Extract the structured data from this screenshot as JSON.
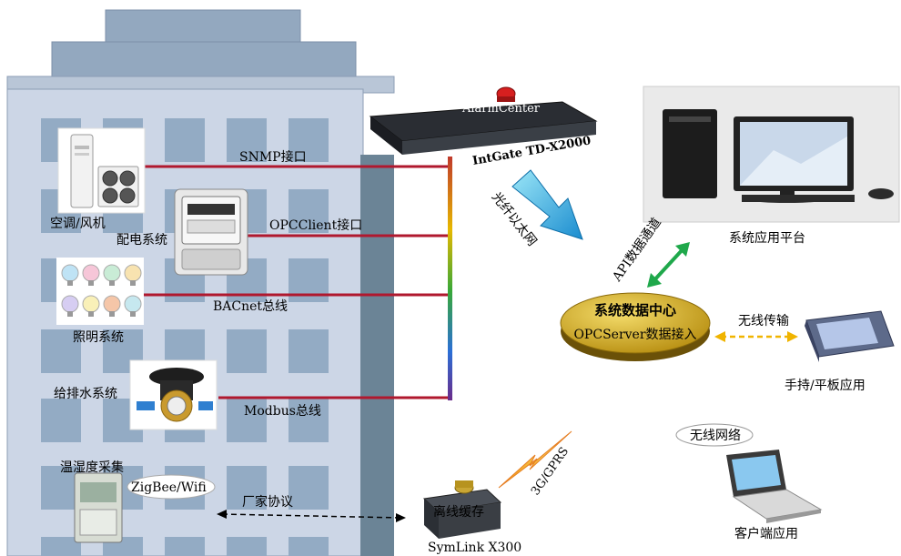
{
  "building": {
    "rows": [
      {
        "device": "空调/风机",
        "interface": "SNMP接口"
      },
      {
        "device": "配电系统",
        "interface": "OPCClient接口"
      },
      {
        "device": "照明系统",
        "interface": "BACnet总线"
      },
      {
        "device": "给排水系统",
        "interface": "Modbus总线"
      },
      {
        "device": "温湿度采集",
        "interface": "ZigBee/Wifi"
      }
    ]
  },
  "gateway": {
    "alarm_label": "AlarmCenter",
    "model": "IntGate TD-X2000"
  },
  "links": {
    "fiber": "光纤以太网",
    "api": "API数据通道",
    "wireless_transfer": "无线传输",
    "wireless_network": "无线网络",
    "vendor_protocol": "厂家协议",
    "mobile_net": "3G/GPRS"
  },
  "data_center": {
    "title": "系统数据中心",
    "subtitle": "OPCServer数据接入"
  },
  "platform": {
    "label": "系统应用平台"
  },
  "handheld": {
    "label": "手持/平板应用"
  },
  "client": {
    "label": "客户端应用"
  },
  "symlink": {
    "cache_label": "离线缓存",
    "model": "SymLink X300"
  }
}
